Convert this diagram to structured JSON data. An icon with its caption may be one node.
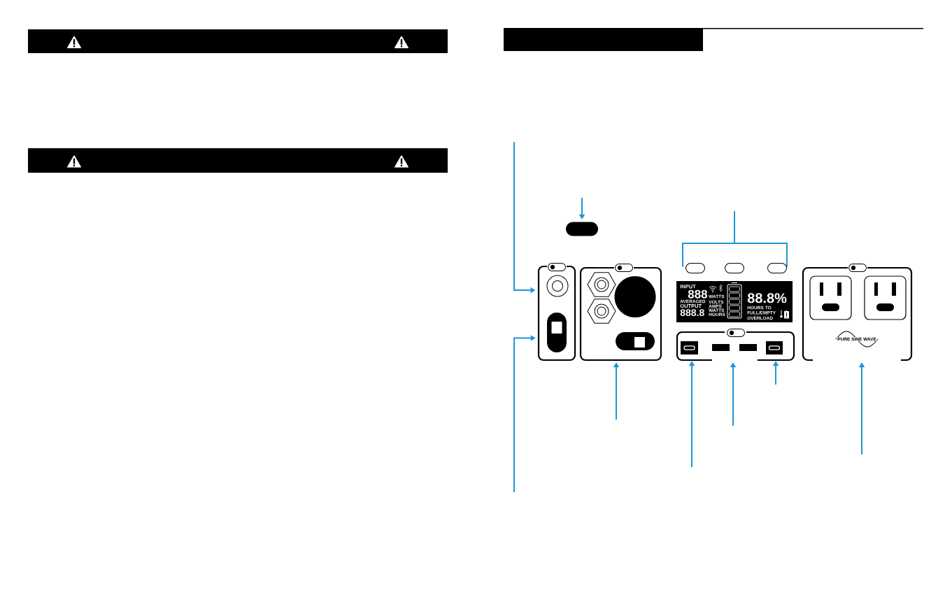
{
  "diagram": {
    "nodes": [
      {
        "text": [],
        "shape": "bar"
      },
      {
        "text": [],
        "shape": "bar"
      },
      {
        "text": [],
        "shape": "bar"
      },
      {
        "text": [],
        "shape": "button"
      },
      {
        "text": [],
        "shape": "bracket"
      },
      {
        "text": [],
        "shape": "oval"
      },
      {
        "text": [],
        "shape": "oval"
      },
      {
        "text": [],
        "shape": "oval"
      },
      {
        "text": [],
        "shape": "box"
      },
      {
        "text": [],
        "shape": "circle",
        "in": 8
      },
      {
        "text": [],
        "shape": "switch",
        "in": 8
      },
      {
        "text": [],
        "shape": "box"
      },
      {
        "text": [
          "INPUT",
          "888",
          "WATTS",
          "AVERAGED",
          "OUTPUT",
          "888.8",
          "VOLTS",
          "AMPS",
          "WATTS",
          "HOURS",
          "88.8%",
          "HOURS TO FULL/EMPTY",
          "OVERLOAD"
        ]
      },
      {
        "text": [],
        "shape": "box"
      },
      {
        "text": [],
        "shape": "port",
        "in": 13
      },
      {
        "text": [],
        "shape": "port",
        "in": 13
      },
      {
        "text": [
          "PURE SINE WAVE"
        ]
      }
    ],
    "edges": [
      {
        "from": null,
        "to": 9,
        "arrow": "to"
      },
      {
        "from": null,
        "to": 10,
        "arrow": "to"
      },
      {
        "from": null,
        "to": 3,
        "arrow": "to"
      },
      {
        "from": null,
        "to": 4,
        "arrow": "none"
      },
      {
        "from": null,
        "to": 11,
        "arrow": "to"
      },
      {
        "from": null,
        "to": 14,
        "arrow": "to"
      },
      {
        "from": null,
        "to": 13,
        "arrow": "to"
      },
      {
        "from": null,
        "to": 15,
        "arrow": "to"
      },
      {
        "from": null,
        "to": 16,
        "arrow": "to"
      }
    ]
  }
}
